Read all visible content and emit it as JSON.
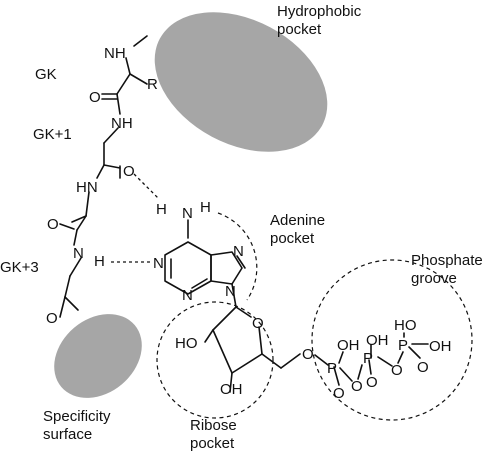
{
  "colors": {
    "pocket": "#a6a6a6",
    "ink": "#111111"
  },
  "labels": {
    "hydrophobic_1": "Hydrophobic",
    "hydrophobic_2": "pocket",
    "gk": "GK",
    "gk1": "GK+1",
    "gk3": "GK+3",
    "adenine_1": "Adenine",
    "adenine_2": "pocket",
    "phosphate_1": "Phosphate",
    "phosphate_2": "groove",
    "ribose_1": "Ribose",
    "ribose_2": "pocket",
    "specificity_1": "Specificity",
    "specificity_2": "surface"
  },
  "atoms": {
    "nh_top": "NH",
    "r": "R",
    "o1": "O",
    "nh1": "NH",
    "o2": "O",
    "hn2": "HN",
    "o3": "O",
    "nh3": "N",
    "h_on_n3": "H",
    "o4": "O",
    "amine_n": "N",
    "amine_h1": "H",
    "amine_h2": "H",
    "n1": "N",
    "n3": "N",
    "n7": "N",
    "n9": "N",
    "ring_o": "O",
    "ho2": "HO",
    "oh3": "OH",
    "o5": "O",
    "pa": "P",
    "pa_o": "O",
    "pa_oh": "OH",
    "o_ab": "O",
    "pb": "P",
    "pb_o": "O",
    "pb_oh": "OH",
    "o_bg": "O",
    "pg": "P",
    "pg_o": "O",
    "pg_ho": "HO",
    "pg_oh": "OH"
  }
}
